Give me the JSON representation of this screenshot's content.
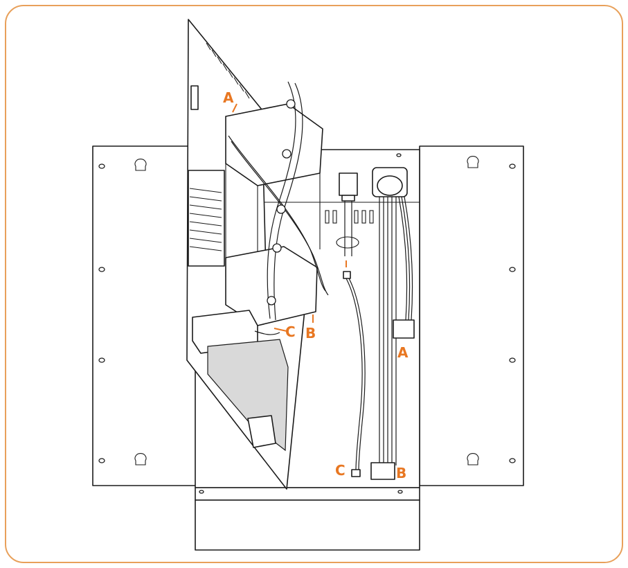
{
  "frame_color": "#e8a05a",
  "label_color": "#e87722",
  "labels": {
    "a_top": "A",
    "b_mid": "B",
    "c_mid": "C",
    "a_right": "A",
    "b_bottom": "B",
    "c_bottom": "C"
  }
}
